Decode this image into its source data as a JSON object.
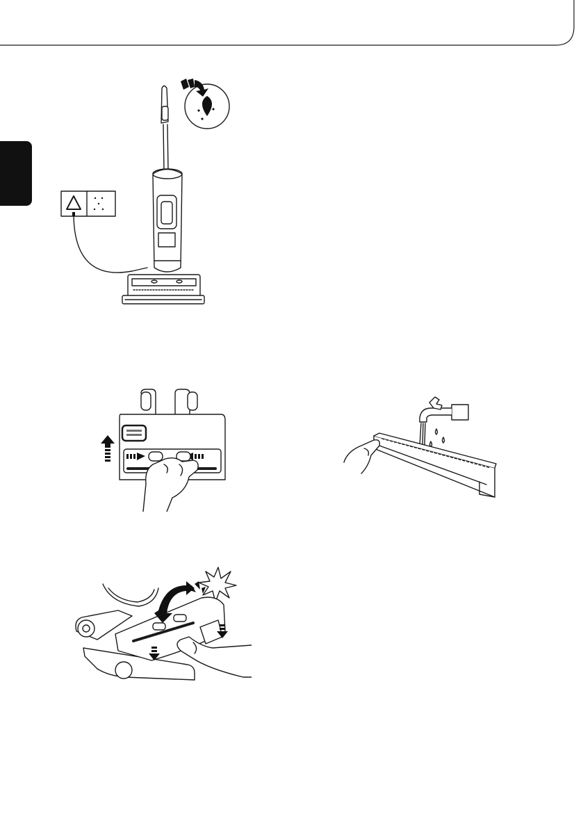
{
  "page": {
    "language_tab": "",
    "figures": [
      {
        "id": "charge",
        "icons": [
          "self-clean-drop-icon",
          "power-outlet-icon",
          "curved-arrow-icon"
        ]
      },
      {
        "id": "release-cover",
        "icons": [
          "up-arrow-icon",
          "right-arrow-icon",
          "left-arrow-icon"
        ]
      },
      {
        "id": "rinse-cover",
        "icons": [
          "water-tap-icon",
          "water-drop-icon"
        ]
      },
      {
        "id": "install-cover",
        "icons": [
          "click-burst-icon",
          "curved-arrow-icon",
          "down-arrow-icon"
        ]
      }
    ]
  },
  "colors": {
    "ink": "#111111",
    "paper": "#ffffff"
  }
}
